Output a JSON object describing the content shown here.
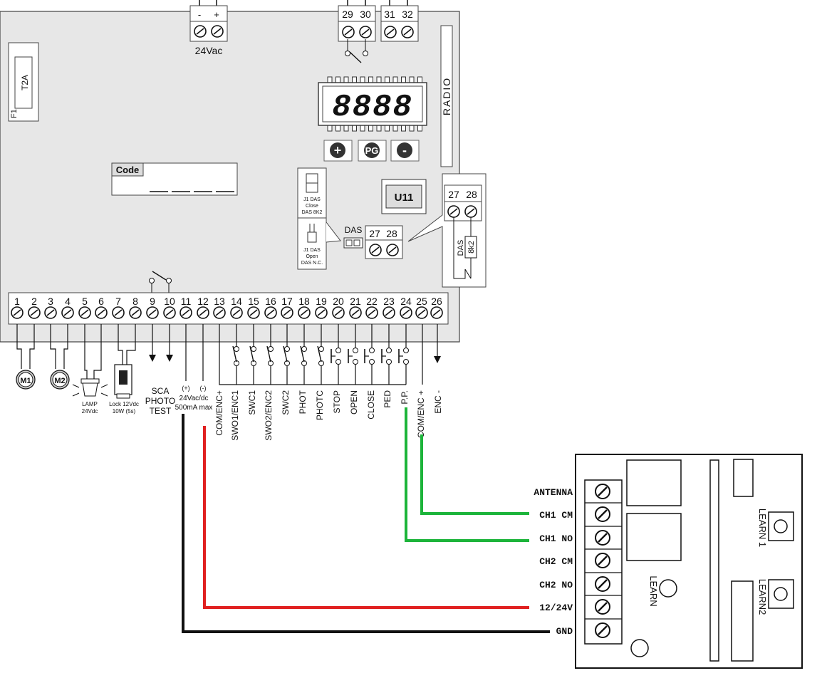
{
  "board": {
    "fuse_label": "T2A",
    "fuse_id": "F1",
    "radio_label": "RADIO",
    "code_label": "Code",
    "display_text": "8888",
    "buttons": {
      "plus": "+",
      "pg": "PG",
      "minus": "-"
    },
    "chip_label": "U11",
    "power": {
      "minus": "-",
      "plus": "+",
      "caption": "24Vac"
    },
    "top_terminals": [
      "29",
      "30",
      "31",
      "32"
    ],
    "jumper_close": [
      "J1 DAS",
      "Close",
      "DAS 8K2"
    ],
    "jumper_open": [
      "J1 DAS",
      "Open",
      "DAS N.C."
    ],
    "das_label": "DAS",
    "das_terminals": [
      "27",
      "28"
    ],
    "das_inset_terminals": [
      "27",
      "28"
    ],
    "das_inset_das": "DAS",
    "das_inset_resistor": "8k2"
  },
  "terminals": [
    "1",
    "2",
    "3",
    "4",
    "5",
    "6",
    "7",
    "8",
    "9",
    "10",
    "11",
    "12",
    "13",
    "14",
    "15",
    "16",
    "17",
    "18",
    "19",
    "20",
    "21",
    "22",
    "23",
    "24",
    "25",
    "26"
  ],
  "devices": {
    "m1": "M1",
    "m2": "M2",
    "lamp": [
      "LAMP",
      "24Vdc"
    ],
    "lock": [
      "Lock 12Vdc",
      "10W (5s)"
    ],
    "sca": [
      "SCA",
      "PHOTO",
      "TEST"
    ],
    "supply_plus": "(+)",
    "supply_minus": "(-)",
    "supply": [
      "24Vac/dc",
      "500mA max"
    ]
  },
  "io_labels": [
    "COM/ENC+",
    "SWO1/ENC1",
    "SWC1",
    "SWO2/ENC2",
    "SWC2",
    "PHOT",
    "PHOTC",
    "STOP",
    "OPEN",
    "CLOSE",
    "PED",
    "P.P.",
    "COM/ENC +",
    "ENC -"
  ],
  "receiver": {
    "terminals": [
      "ANTENNA",
      "CH1 CM",
      "CH1 NO",
      "CH2 CM",
      "CH2 NO",
      "12/24V",
      "GND"
    ],
    "learn": "LEARN",
    "learn1": "LEARN 1",
    "learn2": "LEARN2"
  },
  "colors": {
    "board": "#e7e7e7",
    "wire_green": "#1cb43a",
    "wire_red": "#e02020",
    "wire_black": "#111111"
  }
}
